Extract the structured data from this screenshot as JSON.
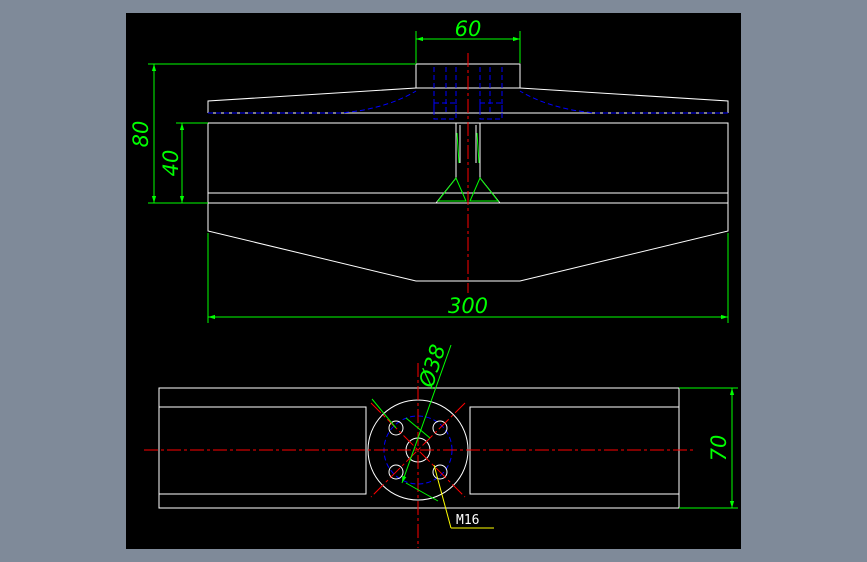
{
  "colors": {
    "background": "#7f8a99",
    "viewport": "#000000",
    "outline": "#ffffff",
    "dimension": "#00ff00",
    "centerline": "#ff0000",
    "hidden": "#0000ff",
    "annotation_line": "#ffff00"
  },
  "dimensions": {
    "top_width": "60",
    "height_total": "80",
    "height_base": "40",
    "overall_width": "300",
    "diameter": "Ø38",
    "depth": "70"
  },
  "annotations": {
    "thread": "M16"
  }
}
